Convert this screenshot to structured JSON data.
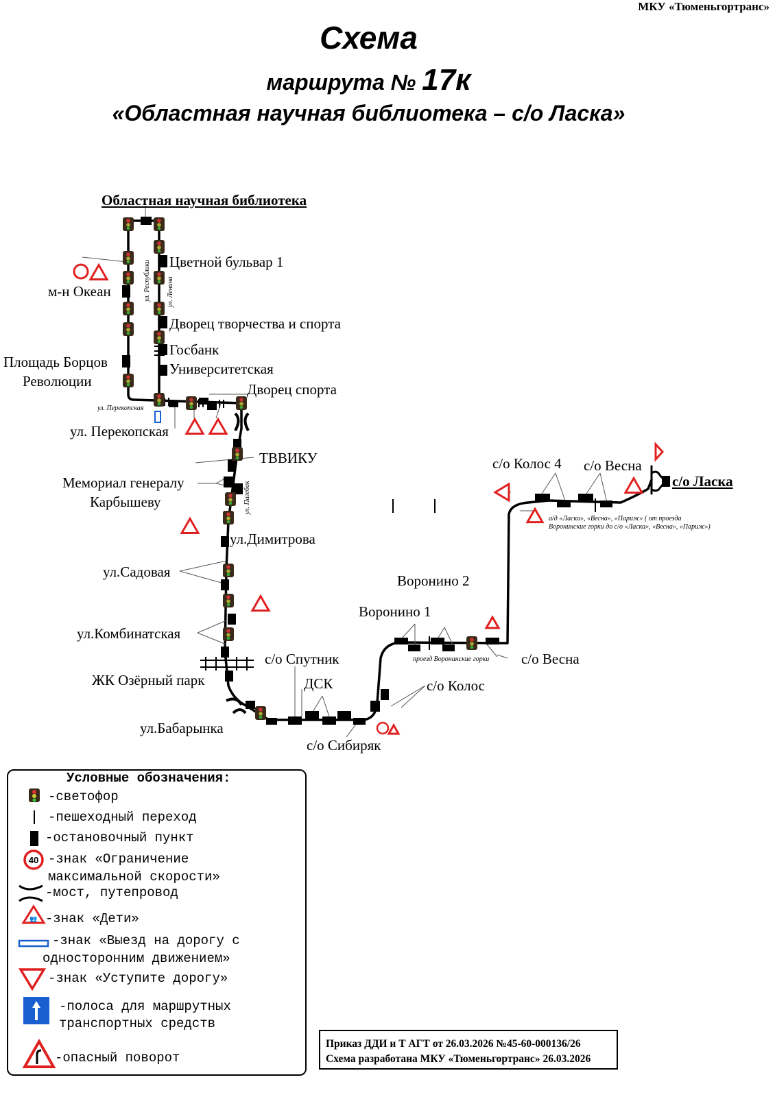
{
  "header": {
    "organization": "МКУ «Тюменьгортранс»",
    "title": "Схема",
    "route_prefix": "маршрута №",
    "route_number": "17к",
    "route_name": "«Областная научная библиотека – с/о Ласка»"
  },
  "terminals": {
    "start": "Областная научная библиотека",
    "end": "с/о Ласка"
  },
  "stops": {
    "tsvetnoy": "Цветной бульвар 1",
    "okean": "м-н Океан",
    "dvorets_tv": "Дворец творчества и спорта",
    "gosbank": "Госбанк",
    "universitet": "Университетская",
    "ploshchad1": "Площадь Борцов",
    "ploshchad2": "Революции",
    "dvorets_sporta": "Дворец спорта",
    "perekopskaya": "ул. Перекопская",
    "tvviku": "ТВВИКУ",
    "memorial1": "Мемориал генералу",
    "memorial2": "Карбышеву",
    "dimitrova": "ул.Димитрова",
    "sadovaya": "ул.Садовая",
    "kombinatskaya": "ул.Комбинатская",
    "ozerny": "ЖК Озёрный парк",
    "babarynka": "ул.Бабарынка",
    "sputnik": "с/о Спутник",
    "dsk": "ДСК",
    "sibiryak": "с/о Сибиряк",
    "kolos": "с/о Колос",
    "voronino1": "Воронино 1",
    "voronino2": "Воронино 2",
    "vesna_low": "с/о Весна",
    "kolos4": "с/о Колос 4",
    "vesna_high": "с/о Весна"
  },
  "streets": {
    "respubliki": "ул. Республики",
    "lenina": "ул. Ленина",
    "perekopskaya": "ул. Перекопская",
    "permyakova": "ул. Пагебак",
    "voroninskie": "проезд Воронинские горки",
    "note1": "а/д «Ласка», «Весна», «Париж» ( от проезда",
    "note2": "Воронинские горки до с/о «Ласка», «Весна», «Париж»)"
  },
  "legend": {
    "title": "Условные обозначения:",
    "items": [
      {
        "icon": "traffic-light-icon",
        "text": "-светофор"
      },
      {
        "icon": "crosswalk-icon",
        "text": "-пешеходный переход"
      },
      {
        "icon": "bus-stop-icon",
        "text": "-остановочный пункт"
      },
      {
        "icon": "speed-limit-icon",
        "text": "-знак «Ограничение",
        "text2": "максимальной скорости»",
        "value": "40"
      },
      {
        "icon": "bridge-icon",
        "text": "-мост, путепровод"
      },
      {
        "icon": "children-sign-icon",
        "text": "-знак «Дети»"
      },
      {
        "icon": "one-way-exit-icon",
        "text": "-знак «Выезд на дорогу с",
        "text2": "односторонним движением»"
      },
      {
        "icon": "yield-sign-icon",
        "text": "-знак «Уступите дорогу»"
      },
      {
        "icon": "bus-lane-icon",
        "text": "-полоса для маршрутных",
        "text2": "транспортных средств"
      },
      {
        "icon": "dangerous-turn-icon",
        "text": "-опасный поворот"
      }
    ]
  },
  "footer": {
    "order": "Приказ ДДИ и Т АГТ от 26.03.2026 №45-60-000136/26",
    "developed": "Схема разработана МКУ «Тюменьгортранс» 26.03.2026"
  },
  "colors": {
    "sign_red": "#e02020",
    "lane_blue": "#1a5fd0"
  }
}
